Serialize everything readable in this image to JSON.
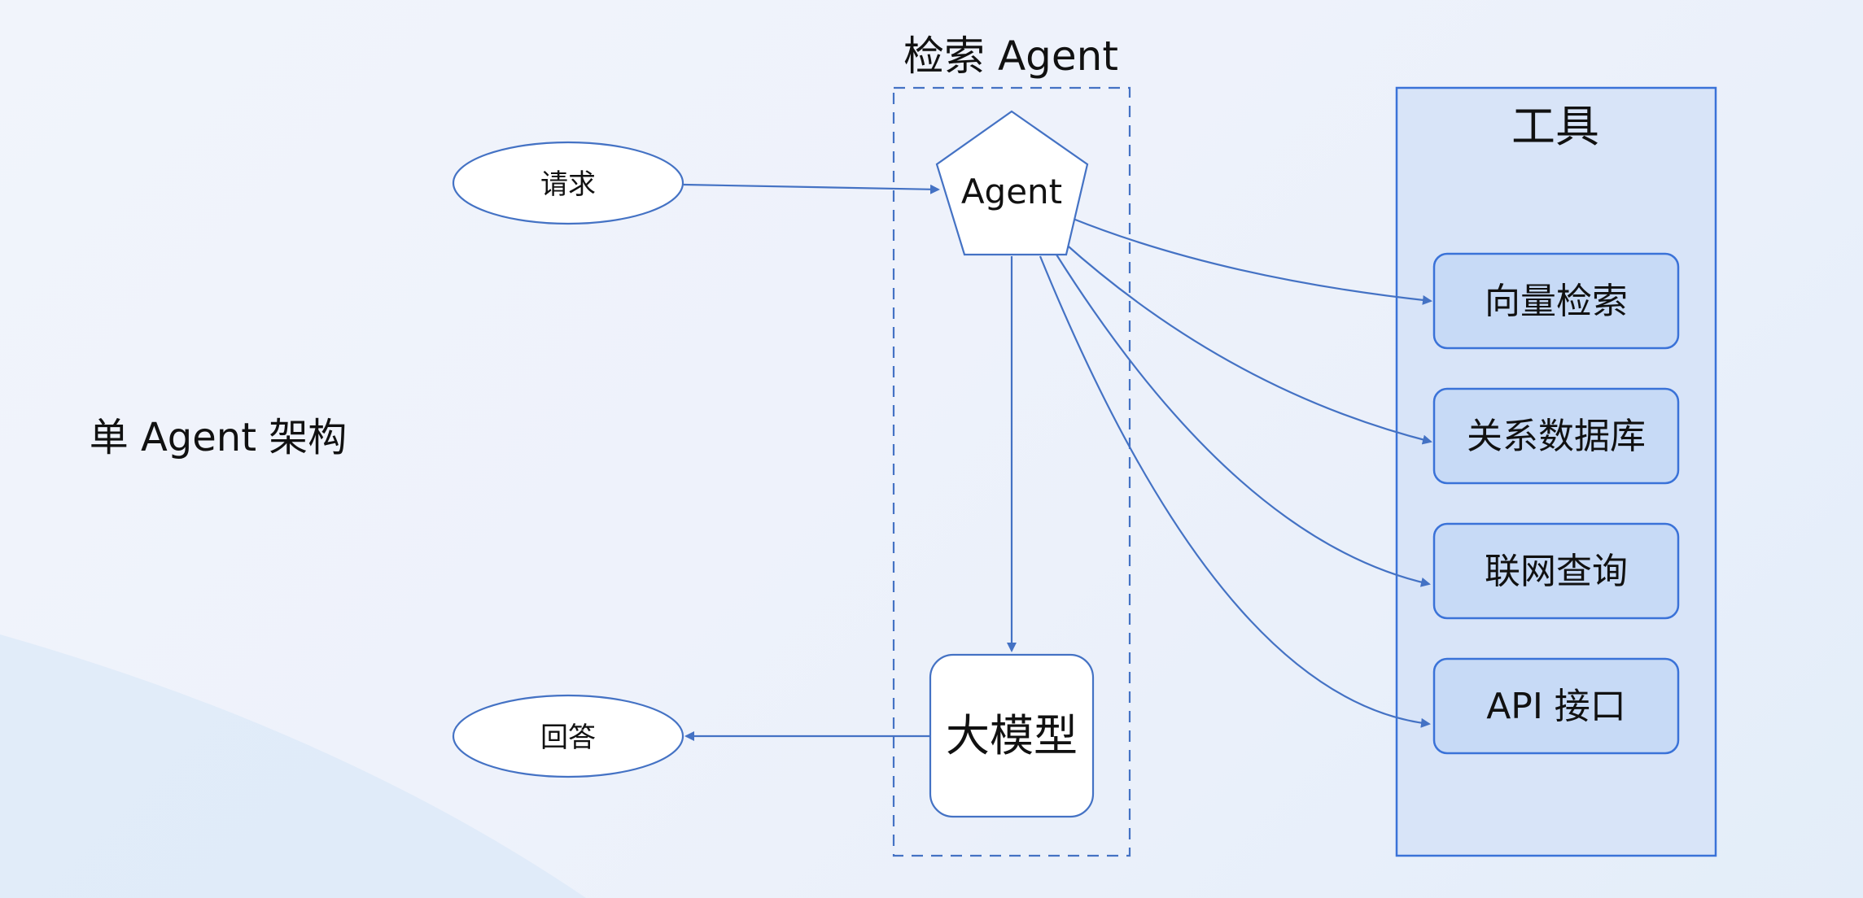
{
  "page": {
    "title": "单 Agent 架构"
  },
  "agent_group": {
    "title": "检索 Agent",
    "agent_label": "Agent",
    "llm_label": "大模型"
  },
  "io": {
    "request_label": "请求",
    "answer_label": "回答"
  },
  "tools": {
    "title": "工具",
    "items": [
      {
        "label": "向量检索"
      },
      {
        "label": "关系数据库"
      },
      {
        "label": "联网查询"
      },
      {
        "label": "API 接口"
      }
    ]
  },
  "colors": {
    "line": "#4472c4",
    "tool_panel_fill": "#d8e4f8",
    "tool_item_fill": "#c7daf6",
    "node_fill": "#ffffff"
  }
}
